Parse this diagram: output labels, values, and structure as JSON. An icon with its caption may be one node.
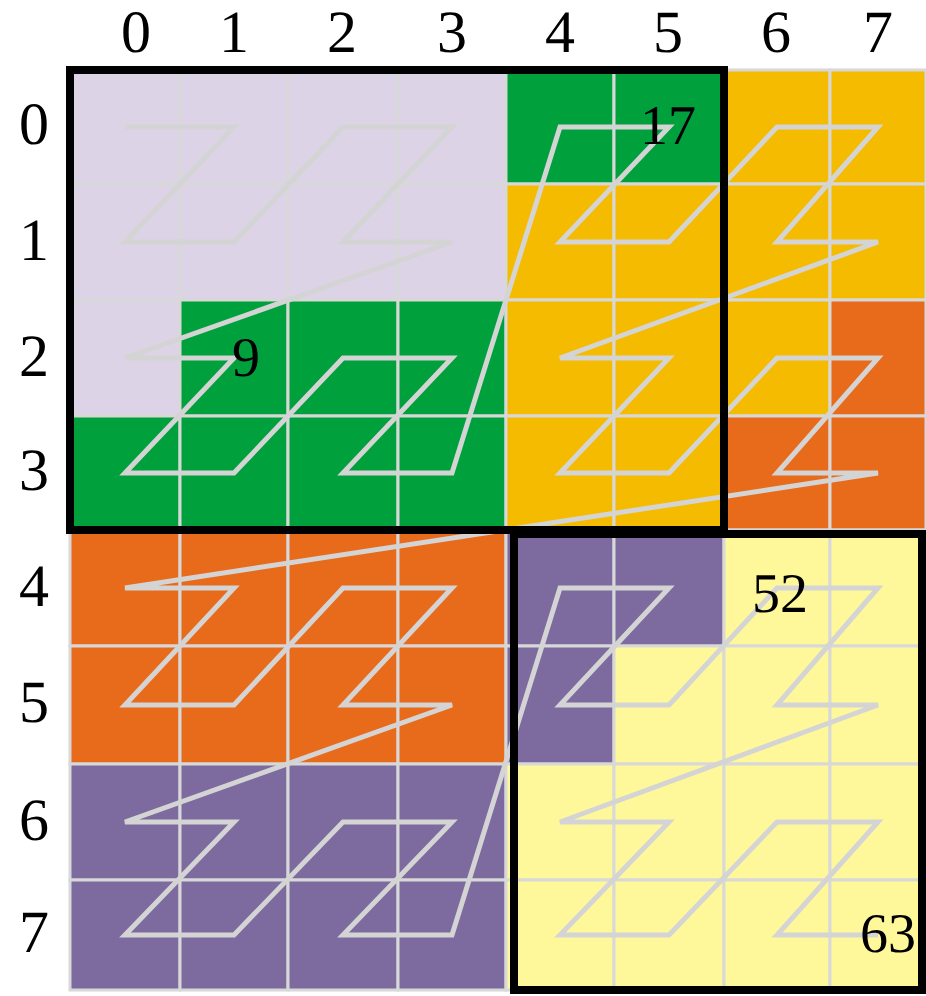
{
  "diagram": {
    "labels": [
      "0",
      "1",
      "2",
      "3",
      "4",
      "5",
      "6",
      "7",
      "0",
      "17",
      "1",
      "2",
      "9",
      "3",
      "4",
      "52",
      "5",
      "6",
      "7",
      "63"
    ]
  }
}
